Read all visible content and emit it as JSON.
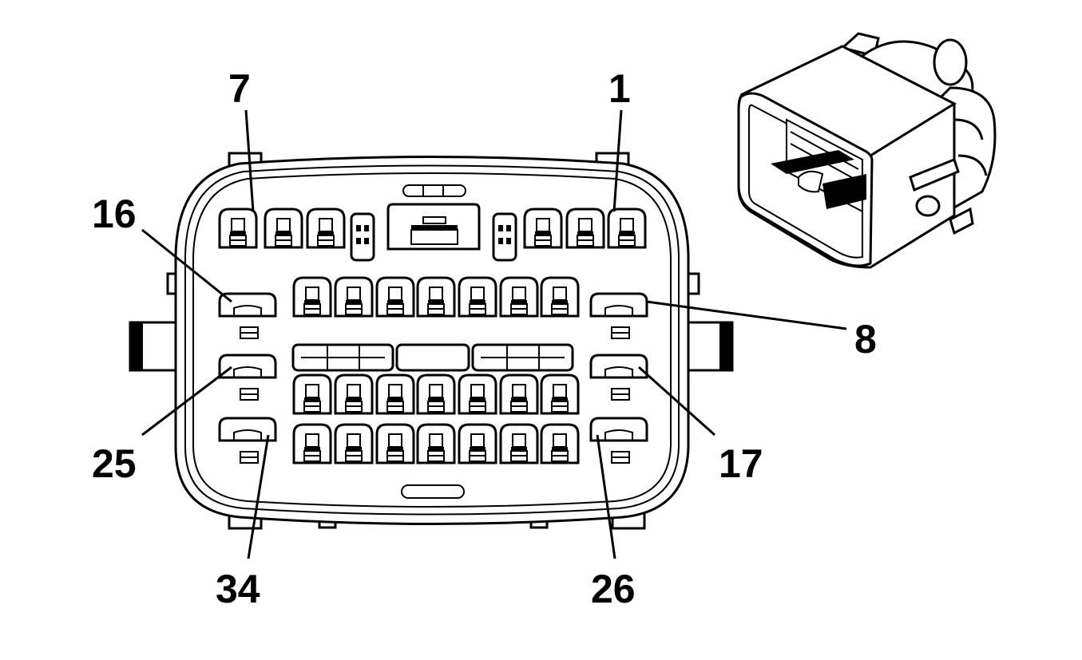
{
  "labels": {
    "pin_7": "7",
    "pin_1": "1",
    "pin_16": "16",
    "pin_8": "8",
    "pin_25": "25",
    "pin_17": "17",
    "pin_34": "34",
    "pin_26": "26"
  },
  "colors": {
    "line": "#000000",
    "background": "#ffffff"
  }
}
